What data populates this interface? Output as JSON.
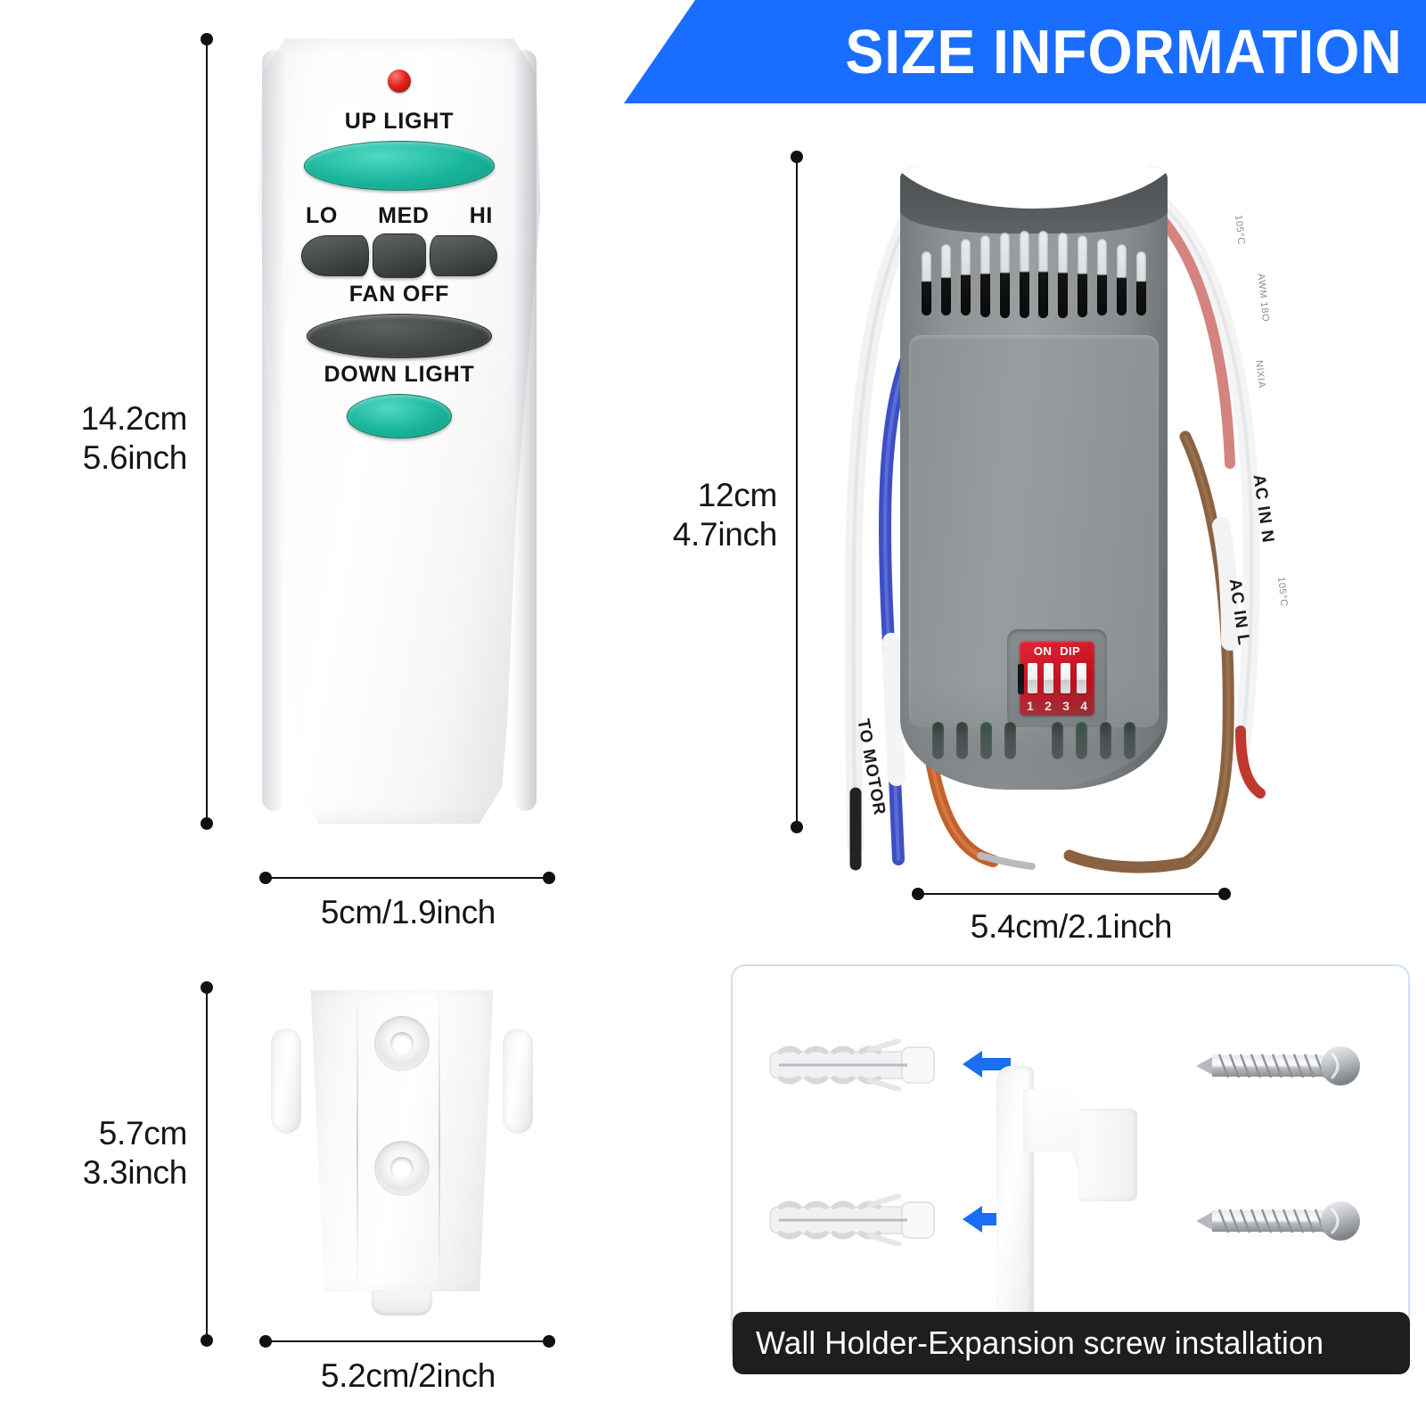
{
  "header": {
    "title": "SIZE INFORMATION",
    "accent_color": "#1a6eff"
  },
  "products": [
    {
      "id": "remote-control",
      "name": "Ceiling fan remote control",
      "height_label": "14.2cm\n5.6inch",
      "width_label": "5cm/1.9inch",
      "controls": {
        "led_name": "status-led",
        "up_light_label": "UP LIGHT",
        "speed_labels": [
          "LO",
          "MED",
          "HI"
        ],
        "fan_off_label": "FAN OFF",
        "down_light_label": "DOWN LIGHT"
      },
      "colors": {
        "body": "#f7f7f8",
        "light_button": "#19b59b",
        "fan_button": "#434846",
        "led": "#e0231e"
      }
    },
    {
      "id": "receiver-module",
      "name": "Fan receiver module",
      "height_label": "12cm\n4.7inch",
      "width_label": "5.4cm/2.1inch",
      "dip_switch": {
        "top_labels": [
          "ON",
          "DIP"
        ],
        "numbers": [
          "1",
          "2",
          "3",
          "4"
        ],
        "switch_count": 4,
        "color": "#c3121f"
      },
      "wire_labels": [
        "AC IN N",
        "AC IN L",
        "TO MOTOR"
      ],
      "wire_print_small": [
        "AWM 18O",
        "NIXIA",
        "105°C"
      ],
      "colors": {
        "case": "#8e9396",
        "top_band": "#55595c"
      }
    },
    {
      "id": "wall-holder",
      "name": "Wall holder bracket",
      "height_label": "5.7cm\n3.3inch",
      "width_label": "5.2cm/2inch",
      "screw_hole_count": 2,
      "colors": {
        "body": "#ffffff"
      }
    }
  ],
  "install_panel": {
    "caption": "Wall Holder-Expansion screw installation",
    "arrow_color": "#1b6ef3",
    "rows": 2,
    "parts": [
      "wall-anchor",
      "wall-holder-bracket",
      "screw"
    ],
    "border_color": "#cfe0f6",
    "caption_bg": "#1e1e1e"
  }
}
